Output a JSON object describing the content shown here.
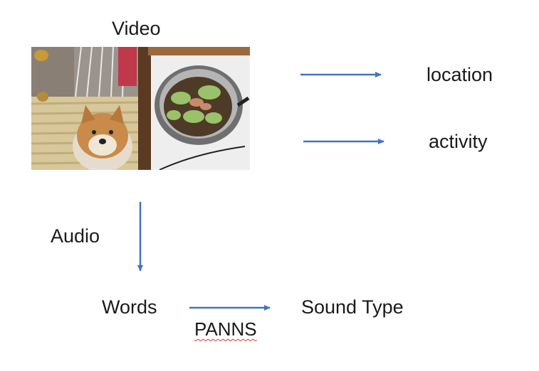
{
  "nodes": {
    "video": "Video",
    "location": "location",
    "activity": "activity",
    "audio": "Audio",
    "words": "Words",
    "sound_type": "Sound Type",
    "panns": "PANNS"
  },
  "colors": {
    "arrow": "#4472c4",
    "text": "#1a1a1a",
    "spellcheck_underline": "#d23b3b"
  }
}
